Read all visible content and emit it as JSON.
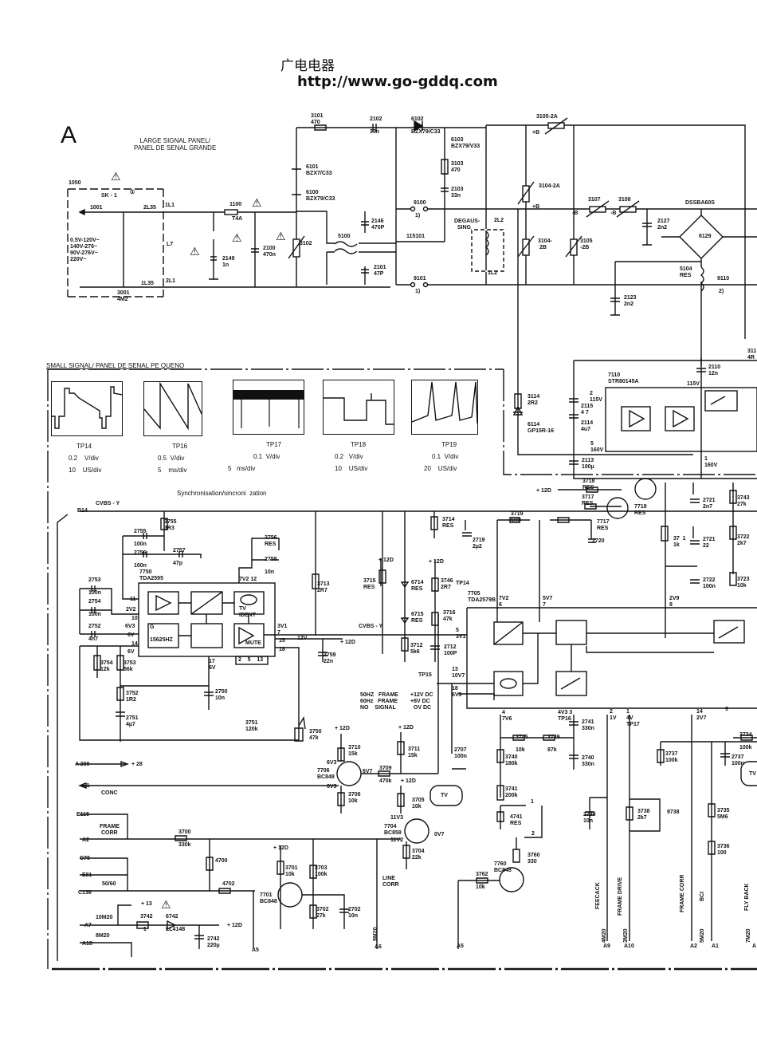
{
  "header": {
    "title_cn": "广电电器",
    "url": "http://www.go-gddq.com"
  },
  "section_letter": "A",
  "large_panel_title": "LARGE SIGNAL PANEL/\nPANEL DE SENAL GRANDE",
  "small_panel_title": "SMALL SIGNAL/ PANEL DE SENAL PE QUENO",
  "sync_title": "Synchronisation/sincroni  zation",
  "warning_symbol": "⚠",
  "scopes": [
    {
      "tp": "TP14",
      "vdiv": "0.2    V/div",
      "tdiv": "10    US/div"
    },
    {
      "tp": "TP16",
      "vdiv": "0.5  V/div",
      "tdiv": "5    ms/div"
    },
    {
      "tp": "TP17",
      "vdiv": "0.1  V/div",
      "tdiv": "5   ms/div"
    },
    {
      "tp": "TP18",
      "vdiv": "0.2   V/div",
      "tdiv": "10    US/div"
    },
    {
      "tp": "TP19",
      "vdiv": "0.1  V/div",
      "tdiv": "20    US/div"
    }
  ],
  "labels": {
    "l1050": "1050",
    "sk1": "SK - 1",
    "circ1": "①",
    "l1001": "1001",
    "l2L35": "2L35",
    "l1L1": "1L1",
    "l1100": "1100",
    "t4a": "T4A",
    "mains": "0.5V-120V~\n140V-276~\n90V-276V~\n220V~",
    "l2149": "2149\n1n",
    "l2100": "2100\n470n",
    "l3102": "3102",
    "l3001": "3001\n4M2",
    "l1L35": "1L35",
    "l2L1": "2L1",
    "lL7": "L7",
    "l6101": "6101\nBZX7/C33",
    "l6100": "6100\nBZX79/C33",
    "l3101": "3101\n470",
    "l2102": "2102\n\n33n",
    "l2146": "2146\n470P",
    "l5100": "5100",
    "l2101": "2101\n47P",
    "l6102": "6102\n\nBZX79/C33",
    "l6103": "6103\nBZX79/V33",
    "l3103": "3103\n470",
    "l2103": "2103\n33n",
    "l9100": "9100\n\n 1)",
    "l115101": "115101",
    "l9101": "9101\n\n 1)",
    "degaus": "DEGAUS-\n  SING",
    "l2L2": "2L2",
    "l1L2": "1L2",
    "l3105a": "3105-2A",
    "pb1": "+B",
    "l3104a": "3104-2A",
    "pb2": "+B",
    "l3104b": "3104-\n 2B",
    "l3105b": "3105\n-2B",
    "l3107": "3107",
    "mb1": "-B",
    "l3108": "3108",
    "mb2": "-B",
    "l2127": "2127\n2n2",
    "dssba": "DSSBA60S",
    "l6129": "6129",
    "l5104": "5104\nRES",
    "l9110": "9110\n\n 2)",
    "l2123": "2123\n2n2",
    "l2110": "2110\n12n",
    "l311": "311\n4R",
    "l3114": "3114\n2R2",
    "l6114": "6114\nGP15R-16",
    "l7110": "7110\nSTR80145A",
    "v115a": "2\n115V",
    "v115b": "115V",
    "l2115": "2115\n4 7",
    "l2114": "2114\n4u7",
    "v160a": "5\n160V",
    "l2113": "2113\n100µ",
    "v160b": "1\n160V",
    "cvbs1": "CVBS - Y",
    "b14": "B14",
    "l3755": "3755\n3R3",
    "l2755": "2755\n\n100n",
    "l2756": "2756\n\n100n",
    "l2757": "2757\n\n47p",
    "l7750": "7750\nTDA2595",
    "l3756": "3756\nRES",
    "l2758": "2758\n\n10n",
    "v7v2": "7V2 12",
    "l2753": "2753\n\n100n",
    "l2754": "2754\n\n100n",
    "l2752": "2752\n\n4n7",
    "p11": "11",
    "p2v2": "2V2",
    "p10": "10",
    "p6v3": "6V3",
    "p6v": "6V",
    "p14": "14",
    "p6v2": "6V",
    "tvident": "TV\nIDENT",
    "g15625": "G\n\n15625HZ",
    "mute": "MUTE",
    "p3v1": "3V1\n7",
    "p15": "15",
    "p12v": "12V",
    "p12d": "+ 12D",
    "p18": "18",
    "p2513": "2    5    13",
    "l2759": "2759\n22n",
    "l3713": "3713\n2R7",
    "l3754": "3754\n12k",
    "l3753": "3753\n56k",
    "p17": "17\n6V",
    "l3752": "3752\n1R2",
    "l2751": "2751\n4µ7",
    "l2750": "2750\n10n",
    "modes": "50HZ   FRAME\n60Hz   FRAME\nNO    SIGNAL",
    "dcv": "+12V DC\n+8V DC\n  OV DC",
    "p12d2": "+ 12D",
    "l3718": "3718\nRES",
    "l3717": "3717\nRES",
    "l7718": "7718\nRES",
    "l7717": "7717\nRES",
    "l3714": "3714\nRES",
    "l3719": "3719\n6R8",
    "l2719": "2719\n2µ2",
    "l2720": "2720",
    "l3715": "3715\nRES",
    "l6714": "6714\nRES",
    "p12d3": "+ 12D",
    "p12d4": "+ 12D",
    "l3746": "3746\n2R7",
    "tp14": "TP14",
    "l7705": "7705\nTDA2579B",
    "l6715": "6715\nRES",
    "l3716": "3716\n47k",
    "p7v2": "7V2\n6",
    "p5v7": "5V7\n7",
    "p2v9": "2V9\n8",
    "cvbs2": "CVBS - Y",
    "p5": "5\n3V1",
    "l3712": "3712\n5k6",
    "l2712": "2712\n100P",
    "l3743": "3743\n27k",
    "l2721a": "2721\n2n7",
    "l3711b": "37  1\n1k",
    "l2721b": "2721\n22",
    "l3722": "3722\n2k7",
    "l2722": "2722\n100n",
    "l3723": "3723\n10k",
    "tp15": "TP15",
    "p13": "13\n10V7",
    "p18b": "18\n6V3",
    "p4": "4\n7V6",
    "p3": "4V3 3\nTP16",
    "p2": "2\n1V",
    "p1": "1\n4V\nTP17",
    "p14b": "14\n2V7",
    "p9": "9",
    "l3751": "3751\n120k",
    "l3750": "3750\n47k",
    "p12d5": "+ 12D",
    "p12d6": "+ 12D",
    "l3710": "3710\n15k",
    "l3711": "3711\n15k",
    "v6v3a": "6V3",
    "l7706": "7706\nBC848",
    "v6v7": "6V7",
    "l3709": "3709\n\n470k",
    "v6v3b": "6V3",
    "l3706": "3706\n10k",
    "p12d7": "+ 12D",
    "l3705": "3705\n10k",
    "v11v3": "11V3",
    "l7704": "7704\nBC858",
    "v11v2": "11V2",
    "v0v7": "0V7",
    "l3704": "3704\n22k",
    "a200": "A 200",
    "p28": "+ 28",
    "e1": "E1",
    "conc": "CONC",
    "e115": "E115",
    "framecorr": "FRAME\n CORR",
    "a2": "A2",
    "l3700": "3700\n\n330k",
    "l4700": "4700",
    "c79": "C79",
    "e81": "E81",
    "f5060": "50/60",
    "c136": "C136",
    "l4702": "4702",
    "p12d8": "+ 12D",
    "l3701": "3701\n10k",
    "l3703": "3703\n100k",
    "l7701": "7701\nBC848",
    "l3702": "3702\n27k",
    "l2702": "2702\n10n",
    "linecorr": "LINE\nCORR",
    "m9m20": "9M20",
    "a7": "A7",
    "m10m20": "10M20",
    "p13v": "+ 13",
    "l3742": "3742\n\n  1",
    "l6742": "6742\n\nLL4148",
    "p12d9": "+ 12D",
    "l2742": "2742\n220µ",
    "a18": "A18",
    "m8m20": "8M20",
    "a5": "A5",
    "a6": "A6",
    "l3745": "3745\n\n10k",
    "l3739": "3739\n\n87k",
    "l2741": "2741\n330n",
    "l2707": "2707\n100n",
    "l3740": "3740\n180k",
    "l2740": "2740\n330n",
    "tv1": "TV",
    "l3741": "3741\n200k",
    "sw1": "1",
    "l4741": "4741\nRES",
    "l2739": "2739\n10n",
    "l3738": "3738\n2k7",
    "l9738": "9738",
    "sw2": "2",
    "l3760": "3760\n330",
    "l7760": "7760\nBC848",
    "l3762": "3762\n\n10k",
    "a5b": "A5",
    "feedback": "FEECACK",
    "framedrive": "FRAME DRIVE",
    "framecorr2": "FRAME CORR",
    "bci": "BCI",
    "flyback": "FLY BACK",
    "m4m20": "4M20",
    "m3m20": "3M20",
    "m5m20": "5M20",
    "m7m20": "7M20",
    "a9": "A9",
    "a10": "A10",
    "a2b": "A2",
    "a1": "A1",
    "ax": "A",
    "l3737": "3737\n100k",
    "l3734": "3734\n\n100k",
    "l2737": "2737\n100n",
    "tv2": "TV",
    "l3735": "3735\n5M6",
    "l3736": "3736\n100"
  }
}
